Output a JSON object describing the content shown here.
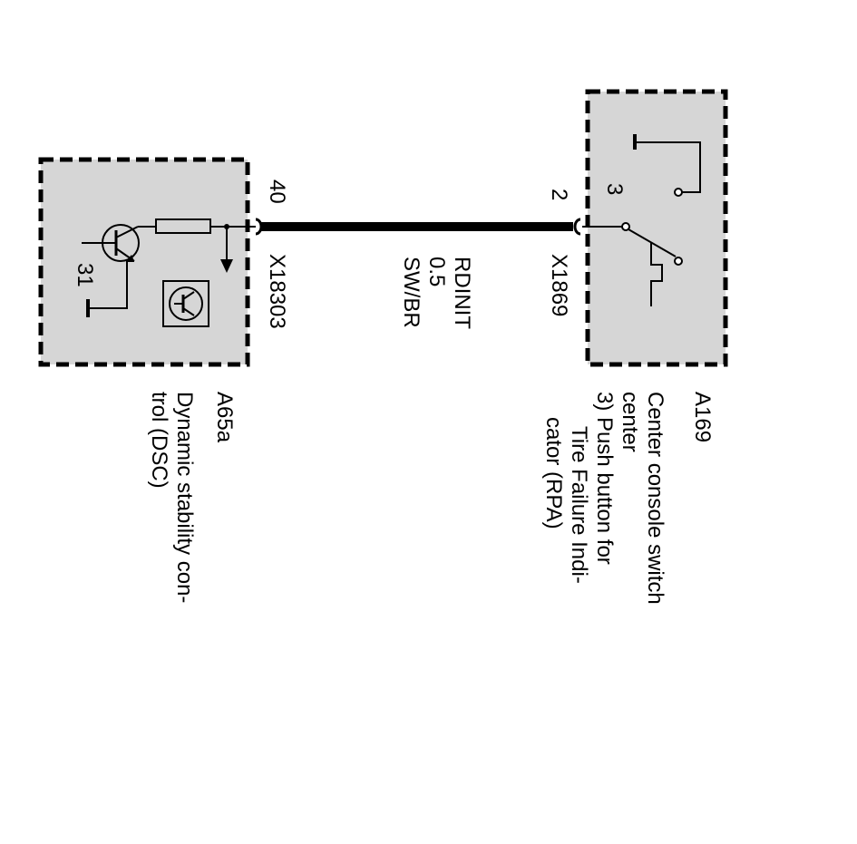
{
  "connection": {
    "wire_name": "RDINIT",
    "wire_size": "0.5",
    "wire_color": "SW/BR"
  },
  "left_component": {
    "id": "A65a",
    "description_line1": "Dynamic stability con-",
    "description_line2": "trol (DSC)",
    "pin": "40",
    "connector": "X18303",
    "ground_pin": "31"
  },
  "right_component": {
    "id": "A169",
    "description_line1": "Center console switch",
    "description_line2": "center",
    "description_line3": "3) Push button for",
    "description_line4": "Tire Failure Indi-",
    "description_line5": "cator (RPA)",
    "pin": "2",
    "connector": "X1869",
    "switch_pin": "3"
  }
}
